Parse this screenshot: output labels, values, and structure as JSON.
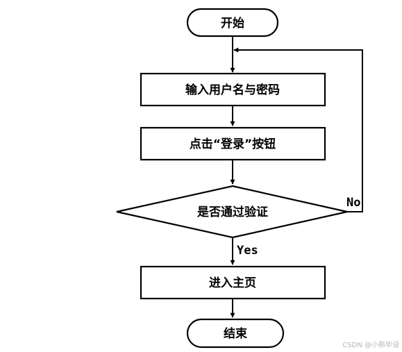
{
  "flowchart": {
    "start": "开始",
    "input_step": "输入用户名与密码",
    "click_step": "点击“登录”按钮",
    "decision": "是否通过验证",
    "enter_step": "进入主页",
    "end": "结束",
    "yes_label": "Yes",
    "no_label": "No"
  },
  "watermark": "CSDN @小新毕设"
}
